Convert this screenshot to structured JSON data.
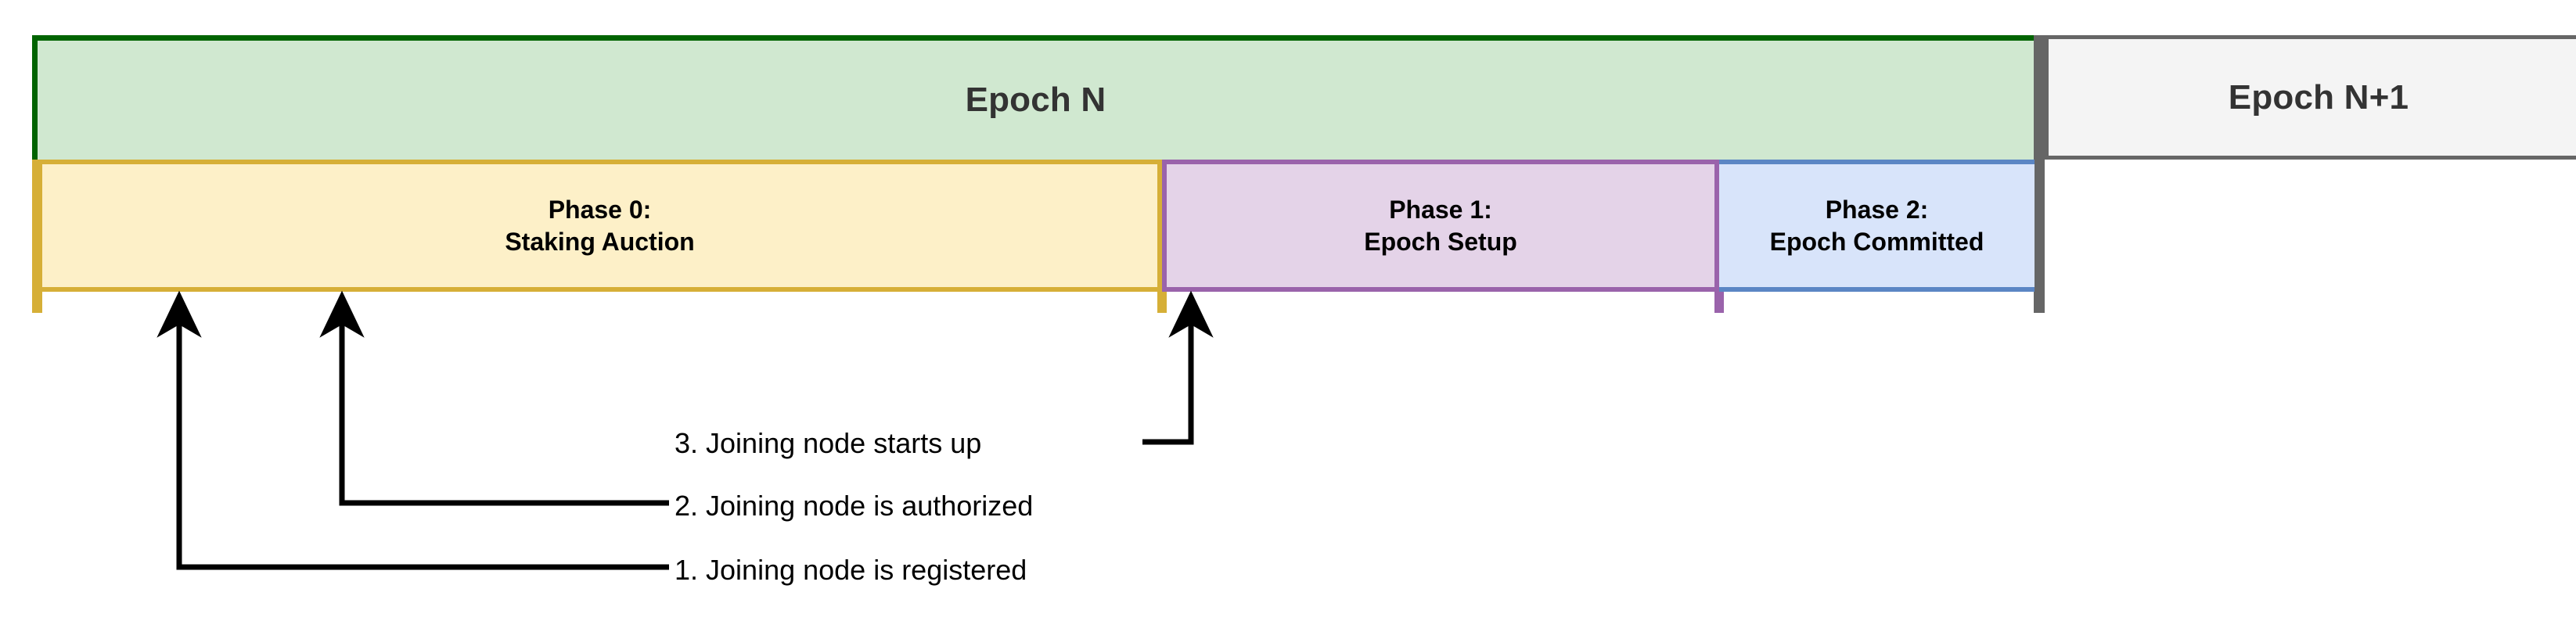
{
  "diagram": {
    "title_role": "epoch-phase-timeline",
    "epochs": [
      {
        "id": "epoch-n",
        "label": "Epoch N",
        "fill": "#d0e8d0",
        "stroke": "#006400"
      },
      {
        "id": "epoch-n1",
        "label": "Epoch N+1",
        "fill": "#f4f4f4",
        "stroke": "#666666"
      }
    ],
    "phases": [
      {
        "id": "phase-0",
        "line1": "Phase 0:",
        "line2": "Staking Auction",
        "fill": "#fdf0c8",
        "stroke": "#d6af37"
      },
      {
        "id": "phase-1",
        "line1": "Phase 1:",
        "line2": "Epoch Setup",
        "fill": "#e4d3e8",
        "stroke": "#9a63ab"
      },
      {
        "id": "phase-2",
        "line1": "Phase 2:",
        "line2": "Epoch Committed",
        "fill": "#d8e4fa",
        "stroke": "#5b86c4"
      }
    ],
    "events": [
      {
        "num": "3",
        "label": "3. Joining node starts up",
        "target_phase": "phase-0-end"
      },
      {
        "num": "2",
        "label": "2. Joining node is authorized",
        "target_phase": "phase-0"
      },
      {
        "num": "1",
        "label": "1. Joining node is registered",
        "target_phase": "phase-0"
      }
    ],
    "colors": {
      "epoch_n_fill": "#d0e8d0",
      "epoch_n_stroke": "#006400",
      "epoch_n1_fill": "#f4f4f4",
      "epoch_n1_stroke": "#666666",
      "phase0_fill": "#fdf0c8",
      "phase0_stroke": "#d6af37",
      "phase1_fill": "#e4d3e8",
      "phase1_stroke": "#9a63ab",
      "phase2_fill": "#d8e4fa",
      "phase2_stroke": "#5b86c4",
      "connector": "#000000"
    }
  }
}
